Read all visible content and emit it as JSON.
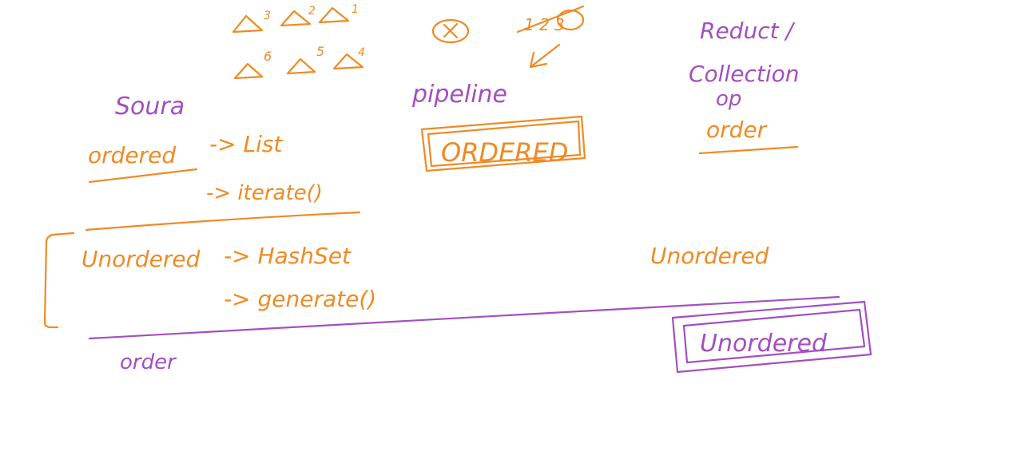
{
  "colors": {
    "orange": "#f08a24",
    "purple": "#a34fc0",
    "background": "#ffffff"
  },
  "sequence": {
    "row1": [
      "3",
      "2",
      "1"
    ],
    "row2": [
      "6",
      "5",
      "4"
    ]
  },
  "source": {
    "heading": "Soura",
    "ordered_label": "ordered",
    "ordered_items": [
      "-> List",
      "-> iterate()"
    ],
    "unordered_label": "Unordered",
    "unordered_items": [
      "-> HashSet",
      "-> generate()"
    ],
    "footer": "order"
  },
  "pipeline": {
    "label": "pipeline",
    "box_text": "ORDERED",
    "marks": [
      "1 2 3"
    ]
  },
  "reduction": {
    "heading": [
      "Reduct /",
      "Collection",
      "op"
    ],
    "order_label": "order",
    "unordered_label": "Unordered",
    "unordered_box_text": "Unordered"
  }
}
